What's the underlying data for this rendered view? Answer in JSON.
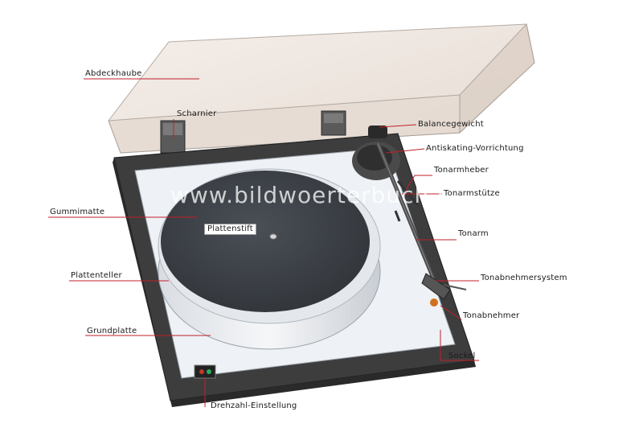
{
  "watermark": "www.bildwoerterbuch.com",
  "labels": {
    "abdeckhaube": "Abdeckhaube",
    "scharnier": "Scharnier",
    "balancegewicht": "Balancegewicht",
    "antiskating": "Antiskating-Vorrichtung",
    "tonarmheber": "Tonarmheber",
    "tonarmstuetze": "Tonarmstütze",
    "gummimatte": "Gummimatte",
    "plattenstift": "Plattenstift",
    "tonarm": "Tonarm",
    "plattenteller": "Plattenteller",
    "tonabnehmersystem": "Tonabnehmersystem",
    "tonabnehmer": "Tonabnehmer",
    "grundplatte": "Grundplatte",
    "sockel": "Sockel",
    "drehzahl": "Drehzahl-Einstellung"
  },
  "colors": {
    "leader": "#c0202a",
    "plinth": "#3d3d3d",
    "deck": "#eef1f5",
    "mat": "#3c4046",
    "cover": "#efe6df"
  }
}
